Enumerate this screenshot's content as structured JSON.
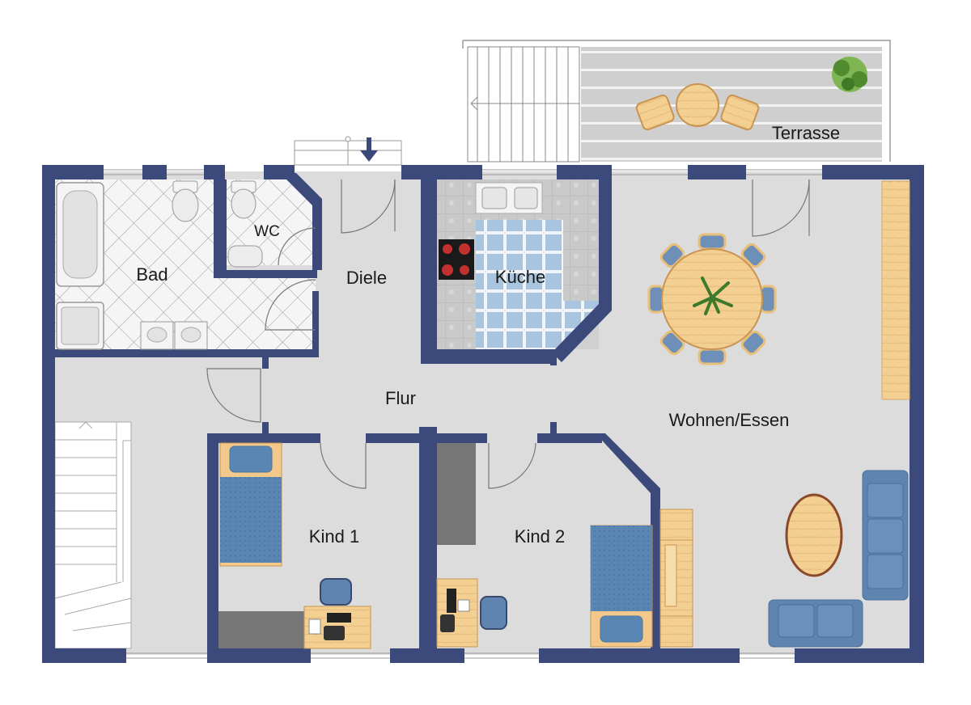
{
  "rooms": {
    "terrace": "Terrasse",
    "bath": "Bad",
    "wc": "WC",
    "hall_entry": "Diele",
    "kitchen": "Küche",
    "corridor": "Flur",
    "living_dining": "Wohnen/Essen",
    "child1": "Kind 1",
    "child2": "Kind 2"
  },
  "colors": {
    "wall": "#3b4a7a",
    "floor": "#dcdcdc",
    "wood": "#f2c98a",
    "furniture_blue": "#5f84b0",
    "tile_light": "#f3f3f3",
    "kitchen_tile": "#aac6df"
  }
}
